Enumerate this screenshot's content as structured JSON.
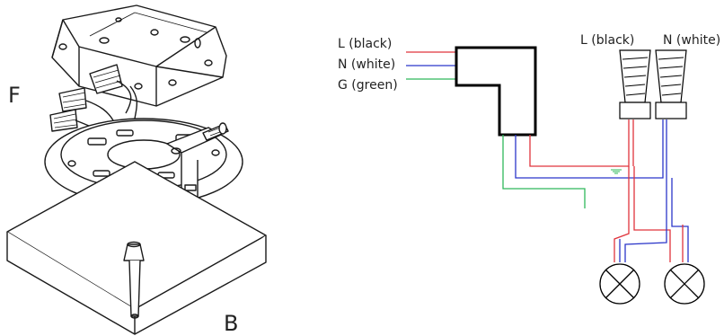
{
  "fixture": {
    "label_f": "F",
    "label_b": "B"
  },
  "wiring": {
    "input_labels": [
      "L (black)",
      "N (white)",
      "G (green)"
    ],
    "connector_labels": [
      "L (black)",
      "N (white)"
    ],
    "wire_colors": {
      "line": "#e0343c",
      "neutral": "#2b36c9",
      "ground": "#2fb85a",
      "outline": "#000000"
    }
  }
}
